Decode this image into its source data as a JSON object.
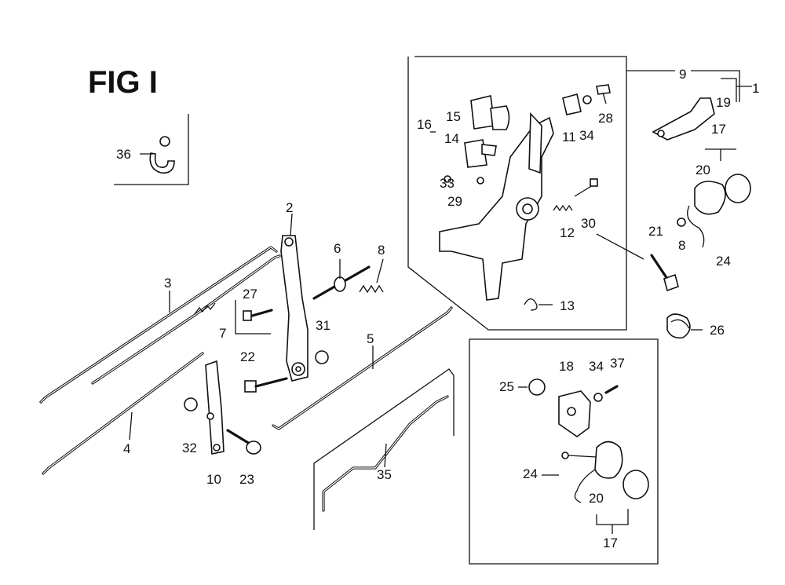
{
  "figure": {
    "title": "FIG I"
  },
  "labels": {
    "p1": "1",
    "p2": "2",
    "p3": "3",
    "p4": "4",
    "p5": "5",
    "p6": "6",
    "p7": "7",
    "p8": "8",
    "p8b": "8",
    "p9": "9",
    "p10": "10",
    "p11": "11",
    "p12": "12",
    "p13": "13",
    "p14": "14",
    "p15": "15",
    "p16": "16",
    "p17a": "17",
    "p17b": "17",
    "p18": "18",
    "p19": "19",
    "p20a": "20",
    "p20b": "20",
    "p21": "21",
    "p22": "22",
    "p23": "23",
    "p24a": "24",
    "p24b": "24",
    "p25": "25",
    "p26": "26",
    "p27": "27",
    "p28": "28",
    "p29": "29",
    "p30": "30",
    "p31": "31",
    "p32": "32",
    "p33": "33",
    "p34a": "34",
    "p34b": "34",
    "p35": "35",
    "p36": "36",
    "p37": "37"
  }
}
